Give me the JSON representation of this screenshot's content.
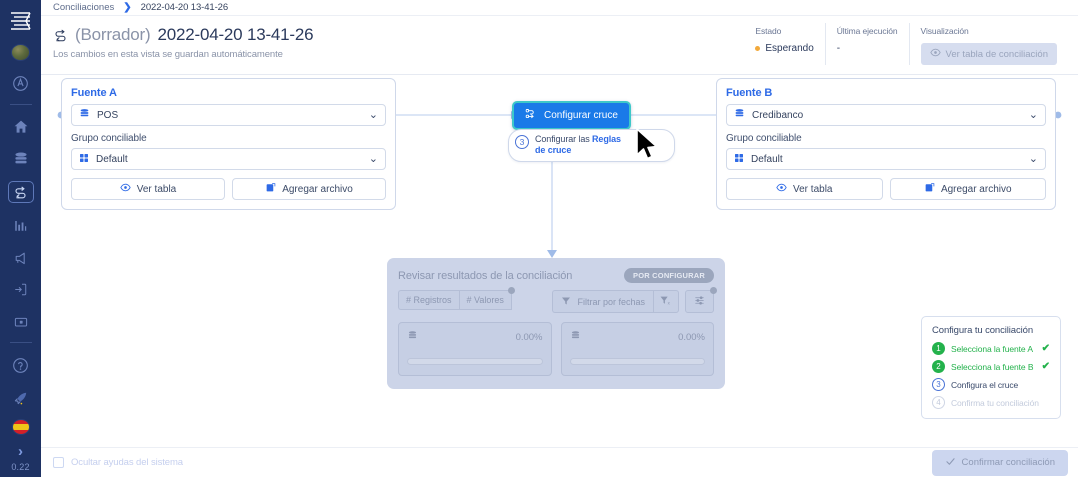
{
  "sidebar": {
    "items": [
      {
        "name": "logo",
        "icon": "logo-icon"
      },
      {
        "name": "avatar",
        "icon": "avatar-icon"
      },
      {
        "name": "account",
        "icon": "account-circle-icon"
      },
      {
        "name": "home",
        "icon": "home-icon"
      },
      {
        "name": "data",
        "icon": "database-icon"
      },
      {
        "name": "conciliaciones",
        "icon": "swap-arrows-icon"
      },
      {
        "name": "reportes",
        "icon": "bar-chart-icon"
      },
      {
        "name": "anuncios",
        "icon": "megaphone-icon"
      },
      {
        "name": "importar",
        "icon": "import-icon"
      },
      {
        "name": "tarjeta",
        "icon": "card-icon"
      },
      {
        "name": "ayuda",
        "icon": "help-circle-icon"
      },
      {
        "name": "novedades",
        "icon": "rocket-icon"
      }
    ],
    "language_flag": "spain-flag-icon",
    "expand_icon": "chevron-right-icon",
    "version": "0.22"
  },
  "breadcrumb": {
    "root": "Conciliaciones",
    "separator": "❯",
    "current": "2022-04-20 13-41-26"
  },
  "header": {
    "swap_icon": "swap-arrows-icon",
    "draft_label": "(Borrador)",
    "title": "2022-04-20 13-41-26",
    "subtitle": "Los cambios en esta vista se guardan automáticamente",
    "meta": [
      {
        "label": "Estado",
        "value": "Esperando",
        "dot_color": "#f2a93b"
      },
      {
        "label": "Última ejecución",
        "value": "-"
      }
    ],
    "visualization": {
      "label": "Visualización",
      "button_label": "Ver tabla de conciliación",
      "button_icon": "eye-icon"
    }
  },
  "canvas": {
    "source_a": {
      "title": "Fuente A",
      "source_icon": "database-icon",
      "source_value": "POS",
      "group_label": "Grupo conciliable",
      "group_icon": "grid-icon",
      "group_value": "Default",
      "view_table_label": "Ver tabla",
      "view_table_icon": "eye-icon",
      "add_file_label": "Agregar archivo",
      "add_file_icon": "file-add-icon",
      "chevron_icon": "chevron-down-icon"
    },
    "source_b": {
      "title": "Fuente B",
      "source_icon": "database-icon",
      "source_value": "Credibanco",
      "group_label": "Grupo conciliable",
      "group_icon": "grid-icon",
      "group_value": "Default",
      "view_table_label": "Ver tabla",
      "view_table_icon": "eye-icon",
      "add_file_label": "Agregar archivo",
      "add_file_icon": "file-add-icon",
      "chevron_icon": "chevron-down-icon"
    },
    "cross_node": {
      "label": "Configurar cruce",
      "icon": "cross-config-icon",
      "bg_color": "#1a7ae8",
      "outline_color": "#3ec8c8"
    },
    "tooltip": {
      "step": "3",
      "text_before": "Configurar las ",
      "text_link": "Reglas de cruce",
      "collapse_icon": "chevron-up-icon"
    },
    "results": {
      "title": "Revisar resultados de la conciliación",
      "badge": "POR CONFIGURAR",
      "segments": [
        "# Registros",
        "# Valores"
      ],
      "filter_label": "Filtrar por fechas",
      "filter_icon": "funnel-icon",
      "filter_clear_icon": "funnel-clear-icon",
      "settings_icon": "sliders-icon",
      "cards": [
        {
          "icon": "database-icon",
          "percent": "0.00%"
        },
        {
          "icon": "database-icon",
          "percent": "0.00%"
        }
      ]
    }
  },
  "help_panel": {
    "title": "Configura tu conciliación",
    "steps": [
      {
        "num": "1",
        "label": "Selecciona la fuente A",
        "state": "done",
        "check": "✔"
      },
      {
        "num": "2",
        "label": "Selecciona la fuente B",
        "state": "done",
        "check": "✔"
      },
      {
        "num": "3",
        "label": "Configura el cruce",
        "state": "current",
        "check": ""
      },
      {
        "num": "4",
        "label": "Confirma tu conciliación",
        "state": "off",
        "check": ""
      }
    ]
  },
  "footer": {
    "hide_help_label": "Ocultar ayudas del sistema",
    "hide_help_checked": false,
    "confirm_label": "Confirmar conciliación",
    "confirm_icon": "check-icon"
  },
  "colors": {
    "sidebar_bg": "#1e3263",
    "accent_blue": "#2e6ae6",
    "node_blue": "#1a7ae8",
    "node_outline_teal": "#3ec8c8",
    "status_amber": "#f2a93b",
    "success_green": "#24b24c",
    "results_panel": "#ccd4e8"
  }
}
